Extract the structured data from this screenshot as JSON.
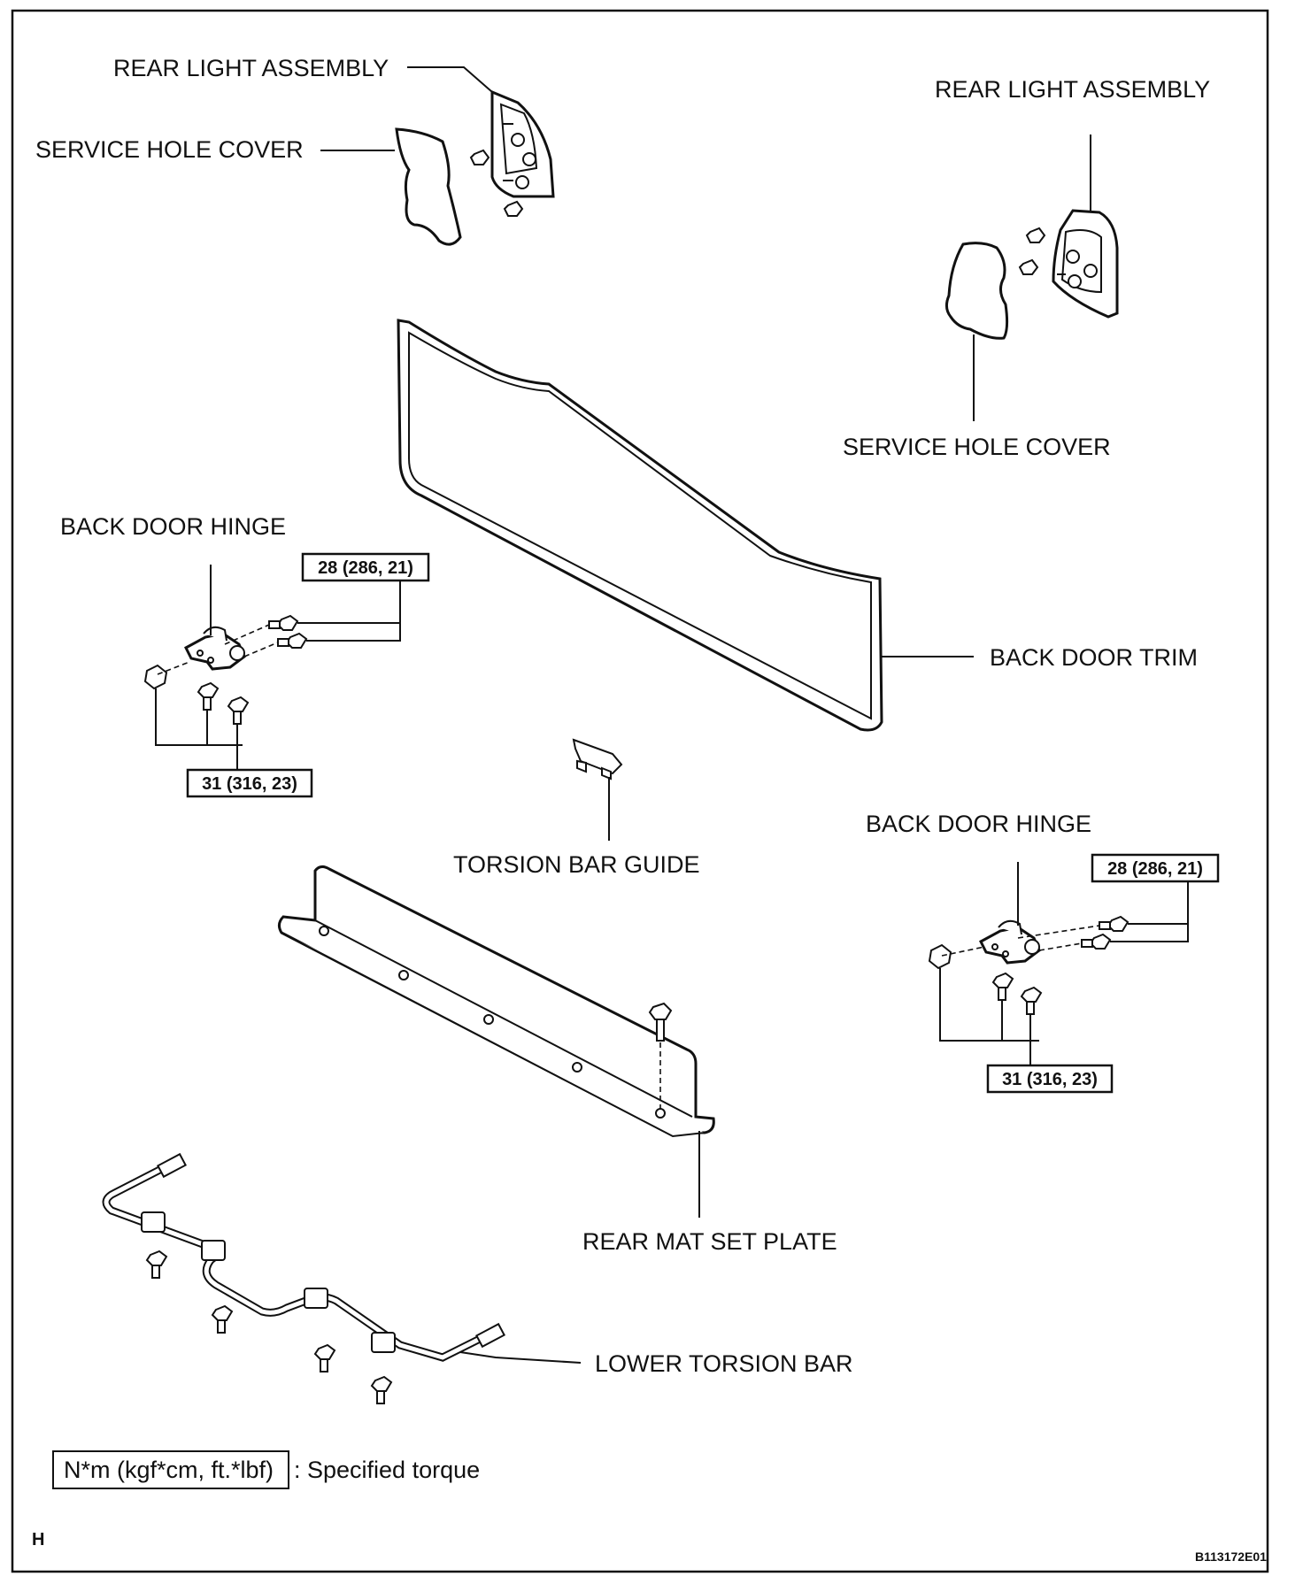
{
  "labels": {
    "rear_light_left": "REAR LIGHT ASSEMBLY",
    "service_hole_left": "SERVICE HOLE COVER",
    "rear_light_right": "REAR LIGHT ASSEMBLY",
    "service_hole_right": "SERVICE HOLE COVER",
    "back_door_hinge_left": "BACK DOOR HINGE",
    "back_door_trim": "BACK DOOR TRIM",
    "torsion_bar_guide": "TORSION BAR GUIDE",
    "back_door_hinge_right": "BACK DOOR HINGE",
    "rear_mat_set_plate": "REAR MAT SET PLATE",
    "lower_torsion_bar": "LOWER TORSION BAR"
  },
  "torque": {
    "left_upper": "28 (286, 21)",
    "left_lower": "31 (316, 23)",
    "right_upper": "28 (286, 21)",
    "right_lower": "31 (316, 23)"
  },
  "legend": {
    "unit": "N*m (kgf*cm, ft.*lbf)",
    "text": ": Specified torque"
  },
  "footer": {
    "section": "H",
    "code": "B113172E01"
  }
}
